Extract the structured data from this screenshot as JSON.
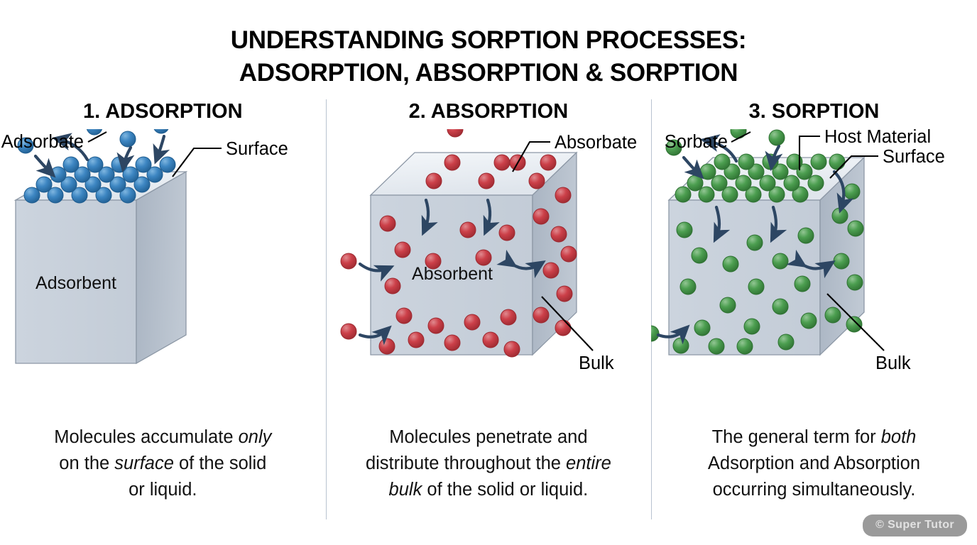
{
  "title": {
    "line1": "UNDERSTANDING SORPTION PROCESSES:",
    "line2": "ADSORPTION, ABSORPTION & SORPTION"
  },
  "watermark": "© Super Tutor",
  "colors": {
    "background": "#ffffff",
    "divider": "#b9c3d0",
    "arrow": "#2d4663",
    "leader": "#000000",
    "cube_top": "#eef1f5",
    "cube_front": "#ccd4dd",
    "cube_side": "#aeb9c6",
    "cube_edge": "#7e8b99",
    "sphere_blue": "#2f7ebd",
    "sphere_blue_dark": "#1f5d90",
    "sphere_red": "#c83b42",
    "sphere_red_dark": "#9d2a31",
    "sphere_green": "#46974a",
    "sphere_green_dark": "#2f7233",
    "watermark_bg": "#9a9a9a",
    "watermark_text": "#e2e2e2"
  },
  "panels": [
    {
      "id": "adsorption",
      "heading": "1. ADSORPTION",
      "cube_label": "Adsorbent",
      "sphere_color": "blue",
      "callouts": [
        {
          "name": "adsorbate-label",
          "text": "Adsorbate"
        },
        {
          "name": "surface-label",
          "text": "Surface"
        }
      ],
      "caption": {
        "segments": [
          {
            "text": "Molecules accumulate ",
            "italic": false
          },
          {
            "text": "only",
            "italic": true
          },
          {
            "text": " on the ",
            "italic": false
          },
          {
            "text": "surface",
            "italic": true
          },
          {
            "text": " of the solid or liquid.",
            "italic": false
          }
        ],
        "plain": "Molecules accumulate only on the surface of the solid or liquid."
      }
    },
    {
      "id": "absorption",
      "heading": "2. ABSORPTION",
      "cube_label": "Absorbent",
      "sphere_color": "red",
      "callouts": [
        {
          "name": "absorbate-label",
          "text": "Absorbate"
        },
        {
          "name": "bulk-label",
          "text": "Bulk"
        }
      ],
      "caption": {
        "segments": [
          {
            "text": "Molecules penetrate and distribute throughout the ",
            "italic": false
          },
          {
            "text": "entire bulk",
            "italic": true
          },
          {
            "text": " of the solid or liquid.",
            "italic": false
          }
        ],
        "plain": "Molecules penetrate and distribute throughout the entire bulk of the solid or liquid."
      }
    },
    {
      "id": "sorption",
      "heading": "3. SORPTION",
      "cube_label": "",
      "sphere_color": "green",
      "callouts": [
        {
          "name": "sorbate-label",
          "text": "Sorbate"
        },
        {
          "name": "host-material-label",
          "text": "Host Material"
        },
        {
          "name": "surface-label",
          "text": "Surface"
        },
        {
          "name": "bulk-label",
          "text": "Bulk"
        }
      ],
      "caption": {
        "segments": [
          {
            "text": "The general term for ",
            "italic": false
          },
          {
            "text": "both",
            "italic": true
          },
          {
            "text": " Adsorption and Absorption occurring simultaneously.",
            "italic": false
          }
        ],
        "plain": "The general term for both Adsorption and Absorption occurring simultaneously."
      }
    }
  ],
  "chart_data": {
    "type": "diagram",
    "title": "Understanding Sorption Processes: Adsorption, Absorption & Sorption",
    "panel_count": 3,
    "panels": [
      {
        "index": 1,
        "name": "Adsorption",
        "molecule_color": "#2f7ebd",
        "molecules_on_surface": 20,
        "molecules_in_bulk": 0,
        "free_molecules": 5,
        "labels": [
          "Adsorbate",
          "Surface",
          "Adsorbent"
        ],
        "arrows": {
          "inbound": 3,
          "outbound": 1,
          "bidirectional": 0
        }
      },
      {
        "index": 2,
        "name": "Absorption",
        "molecule_color": "#c83b42",
        "molecules_on_surface": 0,
        "molecules_in_bulk": 34,
        "free_molecules": 3,
        "labels": [
          "Absorbate",
          "Bulk",
          "Absorbent"
        ],
        "arrows": {
          "inbound": 4,
          "outbound": 0,
          "bidirectional": 1
        }
      },
      {
        "index": 3,
        "name": "Sorption",
        "molecule_color": "#46974a",
        "molecules_on_surface": 20,
        "molecules_in_bulk": 34,
        "free_molecules": 4,
        "labels": [
          "Sorbate",
          "Host Material",
          "Surface",
          "Bulk"
        ],
        "arrows": {
          "inbound": 4,
          "outbound": 1,
          "bidirectional": 1
        }
      }
    ]
  }
}
